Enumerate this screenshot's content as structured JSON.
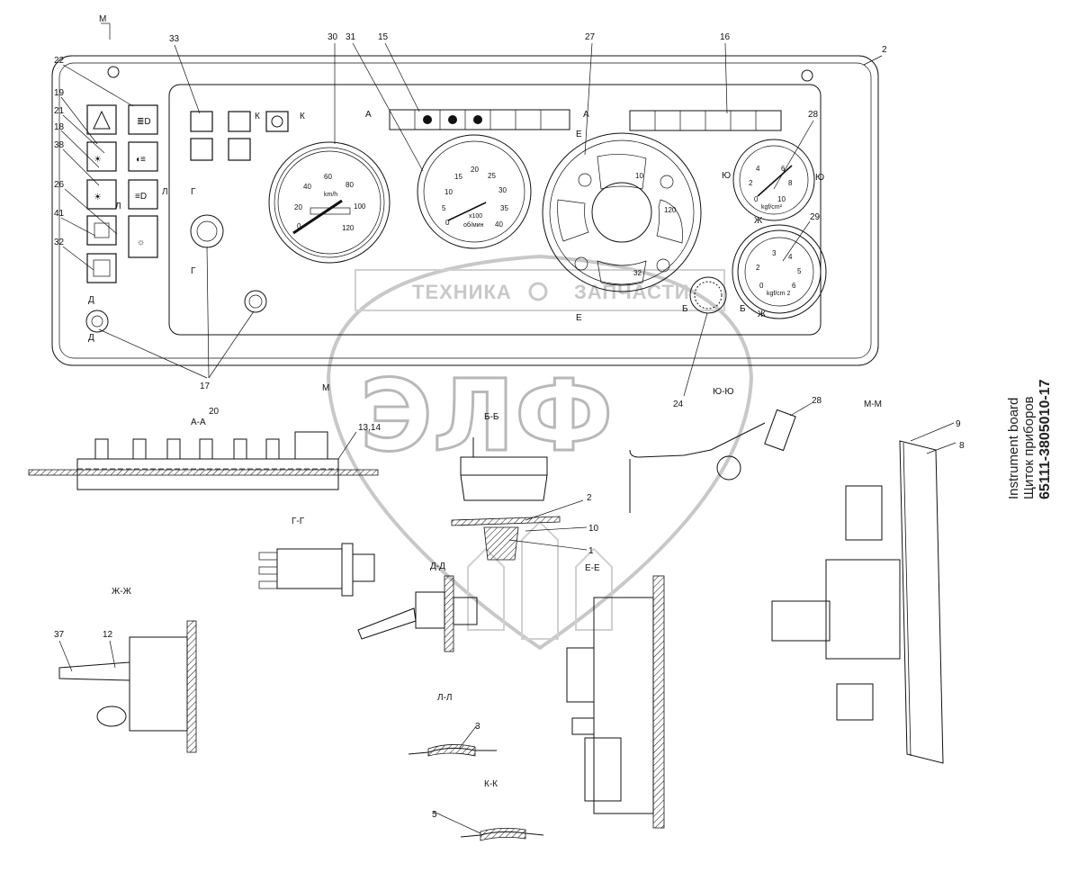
{
  "title": {
    "code": "65111-3805010-17",
    "ru": "Щиток приборов",
    "en": "Instrument board"
  },
  "watermark": {
    "left": "ТЕХНИКА",
    "right": "ЗАПЧАСТИ",
    "logo": "ЭЛФ"
  },
  "callouts": [
    {
      "id": "c22",
      "text": "22"
    },
    {
      "id": "c19",
      "text": "19"
    },
    {
      "id": "c21",
      "text": "21"
    },
    {
      "id": "c18",
      "text": "18"
    },
    {
      "id": "c38",
      "text": "38"
    },
    {
      "id": "c26",
      "text": "26"
    },
    {
      "id": "c41",
      "text": "41"
    },
    {
      "id": "c32",
      "text": "32"
    },
    {
      "id": "c33",
      "text": "33"
    },
    {
      "id": "c30",
      "text": "30"
    },
    {
      "id": "c31",
      "text": "31"
    },
    {
      "id": "c15",
      "text": "15"
    },
    {
      "id": "c27",
      "text": "27"
    },
    {
      "id": "c16",
      "text": "16"
    },
    {
      "id": "c2top",
      "text": "2"
    },
    {
      "id": "c28",
      "text": "28"
    },
    {
      "id": "c29",
      "text": "29"
    },
    {
      "id": "c17",
      "text": "17"
    },
    {
      "id": "c20",
      "text": "20"
    },
    {
      "id": "c24",
      "text": "24"
    },
    {
      "id": "c1314",
      "text": "13,14"
    },
    {
      "id": "c28b",
      "text": "28"
    },
    {
      "id": "c9",
      "text": "9"
    },
    {
      "id": "c8",
      "text": "8"
    },
    {
      "id": "c2mid",
      "text": "2"
    },
    {
      "id": "c10",
      "text": "10"
    },
    {
      "id": "c1",
      "text": "1"
    },
    {
      "id": "c37",
      "text": "37"
    },
    {
      "id": "c12",
      "text": "12"
    },
    {
      "id": "c3",
      "text": "3"
    },
    {
      "id": "c5",
      "text": "5"
    }
  ],
  "section_marks": [
    {
      "id": "mM",
      "text": "М"
    },
    {
      "id": "mL1",
      "text": "Л"
    },
    {
      "id": "mL2",
      "text": "Л"
    },
    {
      "id": "mG1",
      "text": "Г"
    },
    {
      "id": "mG2",
      "text": "Г"
    },
    {
      "id": "mD1",
      "text": "Д"
    },
    {
      "id": "mD2",
      "text": "Д"
    },
    {
      "id": "mA1",
      "text": "А"
    },
    {
      "id": "mA2",
      "text": "А"
    },
    {
      "id": "mK1",
      "text": "К"
    },
    {
      "id": "mK2",
      "text": "К"
    },
    {
      "id": "mE1",
      "text": "Е"
    },
    {
      "id": "mE2",
      "text": "Е"
    },
    {
      "id": "mYu1",
      "text": "Ю"
    },
    {
      "id": "mYu2",
      "text": "Ю"
    },
    {
      "id": "mZh1",
      "text": "Ж"
    },
    {
      "id": "mZh2",
      "text": "Ж"
    },
    {
      "id": "mB1",
      "text": "Б"
    },
    {
      "id": "mB2",
      "text": "Б"
    },
    {
      "id": "mM2",
      "text": "М"
    }
  ],
  "section_labels": [
    {
      "id": "sAA",
      "text": "А-А"
    },
    {
      "id": "sBB",
      "text": "Б-Б"
    },
    {
      "id": "sYuYu",
      "text": "Ю-Ю"
    },
    {
      "id": "sMM",
      "text": "М-М"
    },
    {
      "id": "sGG",
      "text": "Г-Г"
    },
    {
      "id": "sDD",
      "text": "Д-Д"
    },
    {
      "id": "sEE",
      "text": "Е-Е"
    },
    {
      "id": "sZhZh",
      "text": "Ж-Ж"
    },
    {
      "id": "sLL",
      "text": "Л-Л"
    },
    {
      "id": "sKK",
      "text": "К-К"
    }
  ],
  "speedometer": {
    "ticks": [
      {
        "t": "0"
      },
      {
        "t": "20"
      },
      {
        "t": "40"
      },
      {
        "t": "60"
      },
      {
        "t": "80"
      },
      {
        "t": "100"
      },
      {
        "t": "120"
      }
    ],
    "unit": "km/h"
  },
  "tachometer": {
    "ticks": [
      {
        "t": "0"
      },
      {
        "t": "5"
      },
      {
        "t": "10"
      },
      {
        "t": "15"
      },
      {
        "t": "20"
      },
      {
        "t": "25"
      },
      {
        "t": "30"
      },
      {
        "t": "35"
      },
      {
        "t": "40"
      }
    ],
    "unit": "x100",
    "unit2": "об/мин"
  },
  "combo_gauge": {
    "t1": "10",
    "t2": "120",
    "t3": "32"
  },
  "pressure_gauge_top": {
    "ticks": [
      {
        "t": "0"
      },
      {
        "t": "2"
      },
      {
        "t": "4"
      },
      {
        "t": "6"
      },
      {
        "t": "8"
      },
      {
        "t": "10"
      }
    ],
    "unit": "kgf/cm²"
  },
  "pressure_gauge_bottom": {
    "ticks": [
      {
        "t": "0"
      },
      {
        "t": "2"
      },
      {
        "t": "3"
      },
      {
        "t": "4"
      },
      {
        "t": "5"
      },
      {
        "t": "6"
      }
    ],
    "unit": "kgf/cm 2"
  }
}
